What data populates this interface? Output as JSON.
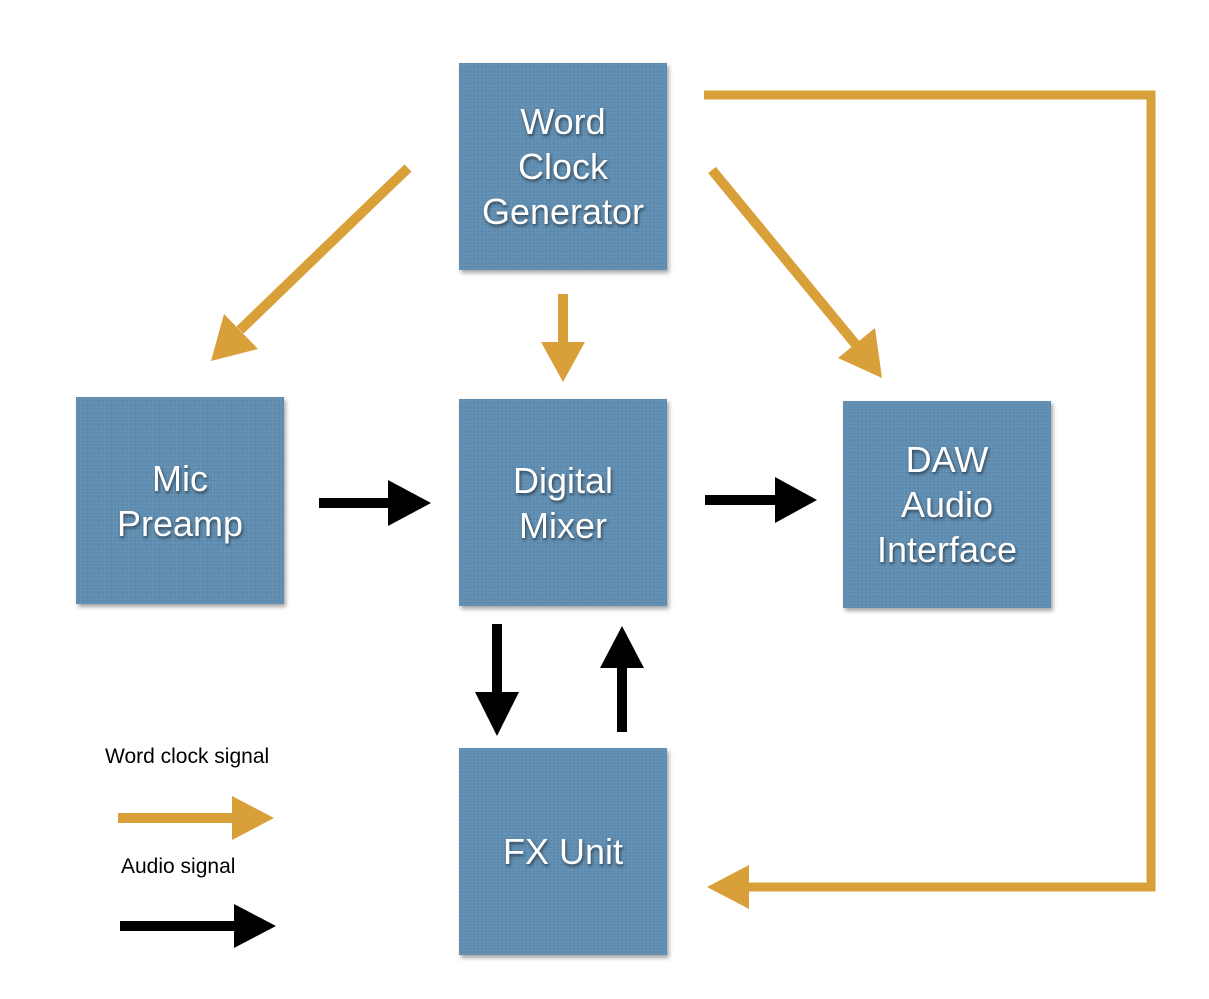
{
  "colors": {
    "block_fill": "#5f8db1",
    "block_text": "#ffffff",
    "word_clock_signal": "#d9a03a",
    "audio_signal": "#000000"
  },
  "blocks": {
    "word_clock_generator": "Word\nClock\nGenerator",
    "mic_preamp": "Mic\nPreamp",
    "digital_mixer": "Digital\nMixer",
    "daw_audio_interface": "DAW\nAudio\nInterface",
    "fx_unit": "FX Unit"
  },
  "legend": {
    "word_clock_label": "Word clock signal",
    "audio_label": "Audio signal"
  }
}
